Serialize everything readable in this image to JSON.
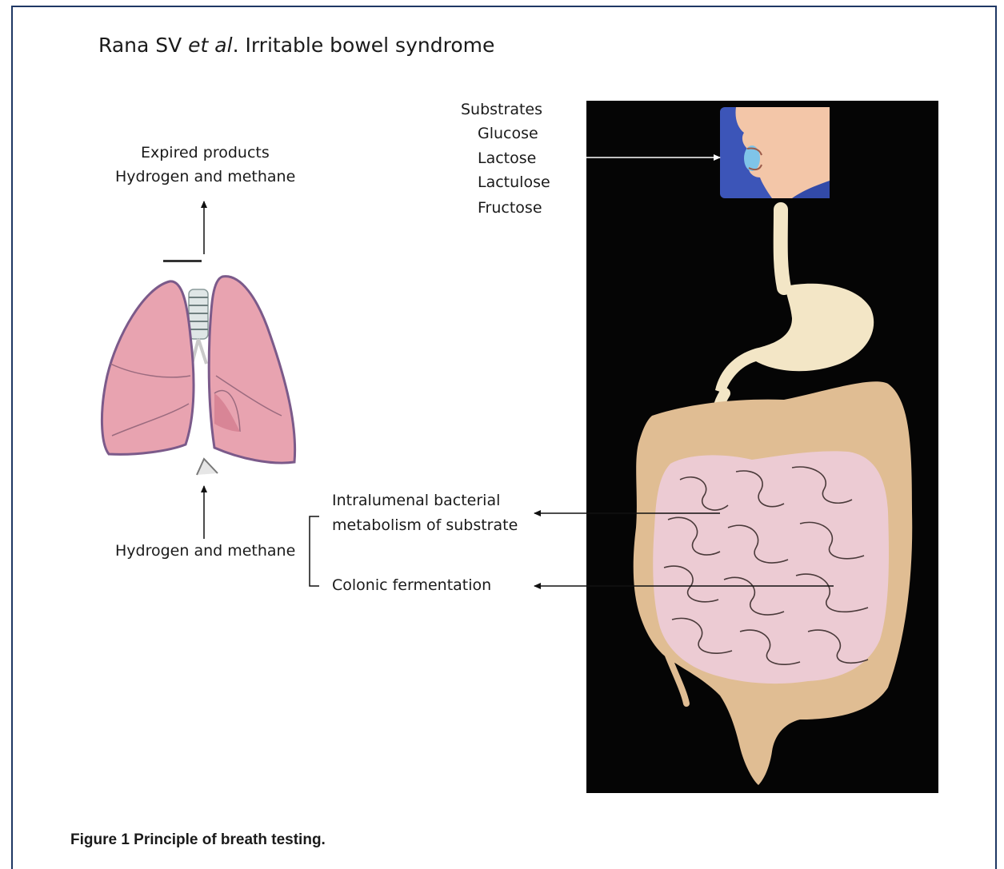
{
  "header": {
    "authors": "Rana SV ",
    "etal": "et al",
    "title_rest": ". Irritable bowel syndrome"
  },
  "labels": {
    "expired_line1": "Expired products",
    "expired_line2": "Hydrogen and methane",
    "hydrogen_lower": "Hydrogen and methane",
    "substrates_title": "Substrates",
    "substrates": [
      "Glucose",
      "Lactose",
      "Lactulose",
      "Fructose"
    ],
    "intraluminal_line1": "Intralumenal bacterial",
    "intraluminal_line2": "metabolism of substrate",
    "colonic": "Colonic fermentation"
  },
  "caption": "Figure 1  Principle of breath testing.",
  "colors": {
    "frame": "#1f3864",
    "panel_bg": "#050505",
    "lung": "#e8a3b0",
    "lung_outline": "#7b5a8a",
    "gut_outer": "#e0bd93",
    "small_intestine": "#eccbd3",
    "stomach": "#f3e6c6",
    "face_bg": "#3c55b8",
    "skin": "#f3c6a8"
  }
}
